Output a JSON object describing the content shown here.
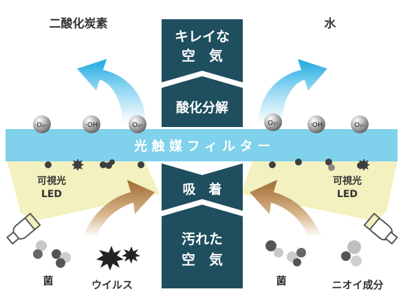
{
  "labels": {
    "co2": "二酸化炭素",
    "water": "水",
    "clean_air": [
      "キレイな",
      "空　気"
    ],
    "oxidation": "酸化分解",
    "filter": "光 触 媒 フ ィ ル タ ー",
    "adsorption": "吸　着",
    "dirty_air": [
      "汚れた",
      "空　気"
    ],
    "led_left": [
      "可視光",
      "LED"
    ],
    "led_right": [
      "可視光",
      "LED"
    ],
    "bacteria_left": "菌",
    "virus": "ウイルス",
    "bacteria_right": "菌",
    "odor": "ニオイ成分",
    "o2_minus": "O₂-",
    "oh": "·OH"
  },
  "colors": {
    "dark_teal": "#1f4e5e",
    "filter_blue": "#7fd1ec",
    "light_beam": "#f2f1bf",
    "arrow_blue": "#2aaee2",
    "arrow_brown": "#b58552"
  },
  "icons": {
    "particle": "gray-dot-icon",
    "virus": "spiky-virus-icon",
    "led": "led-lamp-icon"
  }
}
